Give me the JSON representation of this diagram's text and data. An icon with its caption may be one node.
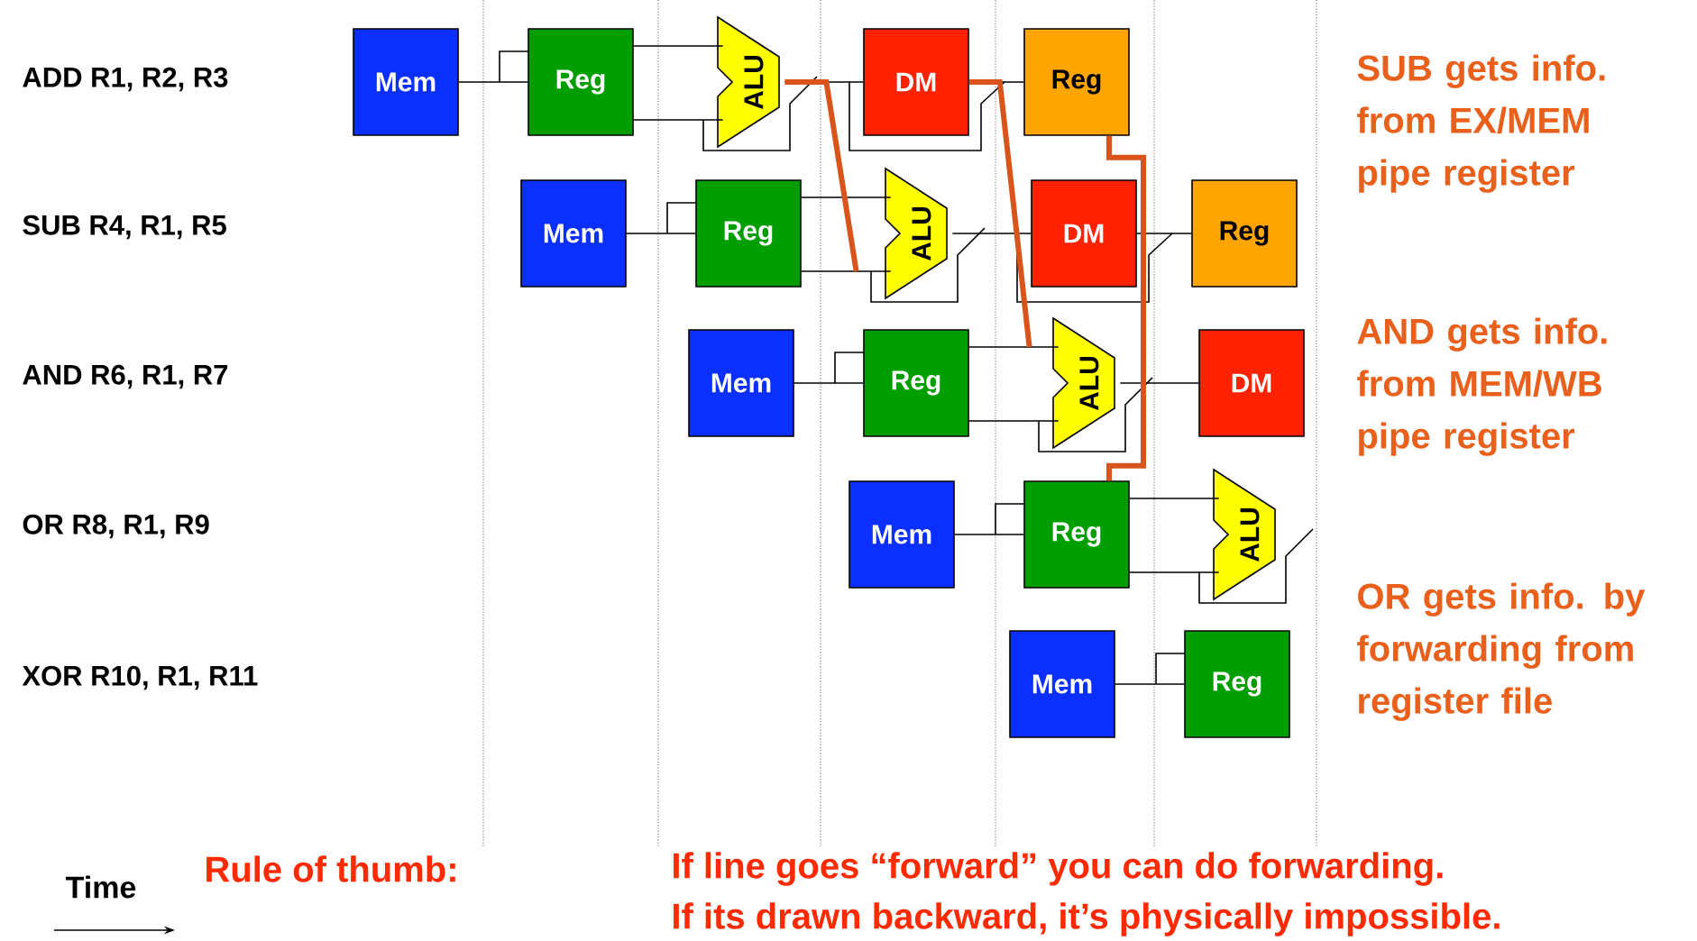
{
  "diagram": {
    "nodes": [
      {
        "text": [
          "Mem"
        ]
      },
      {
        "text": [
          "Reg"
        ]
      },
      {
        "text": [
          "ALU"
        ]
      },
      {
        "text": [
          "DM"
        ]
      },
      {
        "text": [
          "Reg"
        ]
      },
      {
        "text": [
          "Mem"
        ]
      },
      {
        "text": [
          "Reg"
        ]
      },
      {
        "text": [
          "ALU"
        ]
      },
      {
        "text": [
          "DM"
        ]
      },
      {
        "text": [
          "Reg"
        ]
      },
      {
        "text": [
          "Mem"
        ]
      },
      {
        "text": [
          "Reg"
        ]
      },
      {
        "text": [
          "ALU"
        ]
      },
      {
        "text": [
          "DM"
        ]
      },
      {
        "text": [
          "Mem"
        ]
      },
      {
        "text": [
          "Reg"
        ]
      },
      {
        "text": [
          "ALU"
        ]
      },
      {
        "text": [
          "Mem"
        ]
      },
      {
        "text": [
          "Reg"
        ]
      }
    ],
    "edges": [
      {
        "from": 0,
        "to": 1,
        "arrow": "none"
      },
      {
        "from": 1,
        "to": 2,
        "arrow": "none"
      },
      {
        "from": 1,
        "to": 2,
        "arrow": "none"
      },
      {
        "from": 2,
        "to": 3,
        "arrow": "none"
      },
      {
        "from": 3,
        "to": 4,
        "arrow": "none"
      },
      {
        "from": 5,
        "to": 6,
        "arrow": "none"
      },
      {
        "from": 6,
        "to": 7,
        "arrow": "none"
      },
      {
        "from": 6,
        "to": 7,
        "arrow": "none"
      },
      {
        "from": 7,
        "to": 8,
        "arrow": "none"
      },
      {
        "from": 8,
        "to": 9,
        "arrow": "none"
      },
      {
        "from": 10,
        "to": 11,
        "arrow": "none"
      },
      {
        "from": 11,
        "to": 12,
        "arrow": "none"
      },
      {
        "from": 11,
        "to": 12,
        "arrow": "none"
      },
      {
        "from": 12,
        "to": 13,
        "arrow": "none"
      },
      {
        "from": 14,
        "to": 15,
        "arrow": "none"
      },
      {
        "from": 15,
        "to": 16,
        "arrow": "none"
      },
      {
        "from": 15,
        "to": 16,
        "arrow": "none"
      },
      {
        "from": 17,
        "to": 18,
        "arrow": "none"
      },
      {
        "from": 2,
        "to": 7,
        "arrow": "none",
        "style": "thick",
        "color": "#d9541a"
      },
      {
        "from": 3,
        "to": 12,
        "arrow": "none",
        "style": "thick",
        "color": "#d9541a"
      },
      {
        "from": 4,
        "to": 15,
        "arrow": "none",
        "style": "thick",
        "color": "#d9541a"
      }
    ],
    "labels": [
      "ADD R1, R2, R3",
      "SUB R4, R1, R5",
      "AND R6, R1, R7",
      "OR R8, R1, R9",
      "XOR R10, R1, R11",
      "SUB gets info. from EX/MEM pipe register",
      "AND gets info. from MEM/WB pipe register",
      "OR gets info. by forwarding from register file",
      "Time",
      "Rule of thumb:",
      "If line goes “forward” you can do forwarding.",
      "If its drawn backward, it’s physically impossible."
    ]
  }
}
